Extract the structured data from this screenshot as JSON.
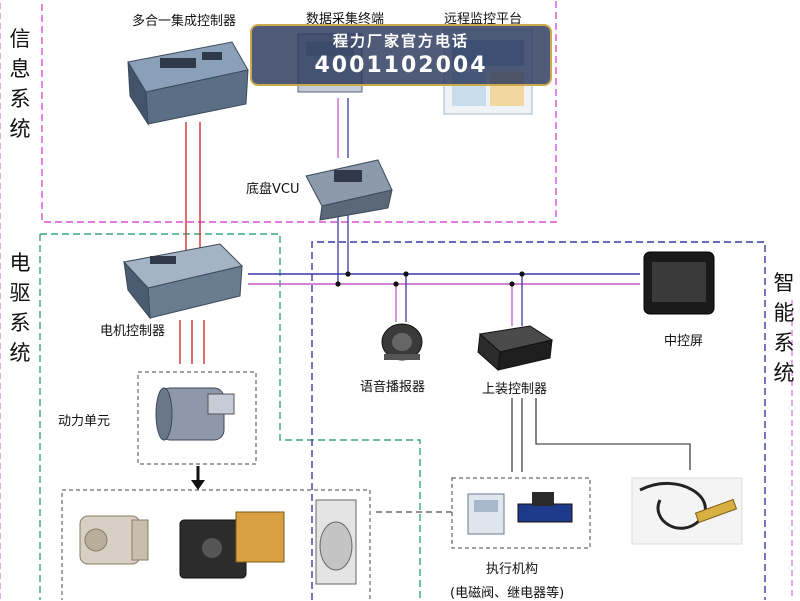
{
  "banner": {
    "title": "程力厂家官方电话",
    "phone": "4001102004"
  },
  "sections": {
    "info": "信息系统",
    "electric": "电驱系统",
    "smart": "智能系统"
  },
  "components": {
    "all_in_one": "多合一集成控制器",
    "data_collector": "数据采集终端",
    "remote_monitor": "远程监控平台",
    "chassis_vcu": "底盘VCU",
    "motor_controller": "电机控制器",
    "power_unit": "动力单元",
    "voice_player": "语音播报器",
    "upper_controller": "上装控制器",
    "center_screen": "中控屏",
    "actuator": "执行机构",
    "actuator_note": "(电磁阀、继电器等)"
  },
  "colors": {
    "info_border": "#d84fd8",
    "electric_border": "#3aa57a",
    "smart_border": "#3a3aa8",
    "can_line": "#c85ac8",
    "power_line": "#d02020",
    "signal_line": "#222222",
    "banner_bg": "#28375a",
    "banner_border": "#c9a94a"
  }
}
